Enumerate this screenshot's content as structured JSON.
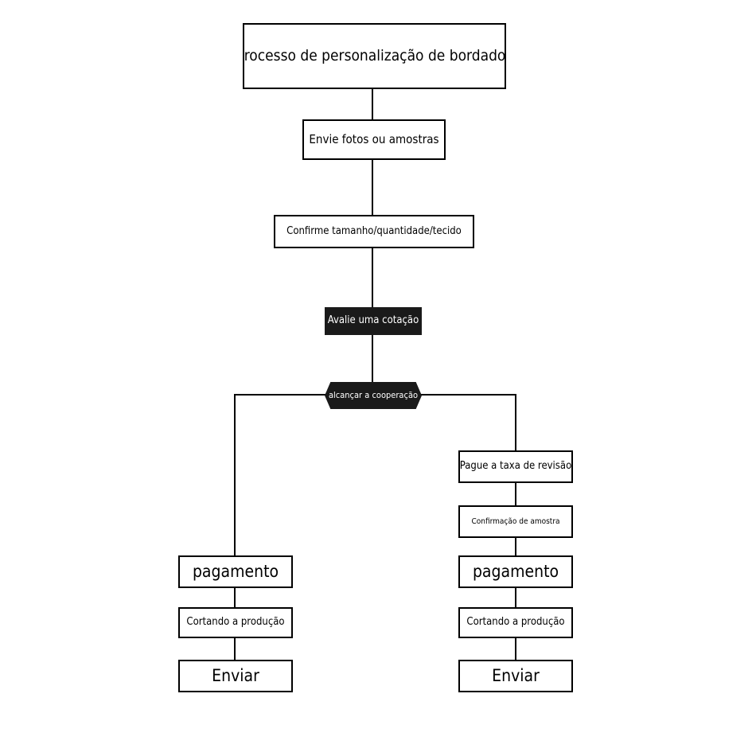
{
  "diagram": {
    "title": "Processo de personalização de bordados",
    "steps": {
      "send_photos": "Envie fotos ou amostras",
      "confirm_specs": "Confirme tamanho/quantidade/tecido",
      "evaluate_quote": "Avalie uma cotação",
      "reach_cooperation": "alcançar a cooperação"
    },
    "left_branch": {
      "payment": "pagamento",
      "production": "Cortando a produção",
      "ship": "Enviar"
    },
    "right_branch": {
      "revision_fee": "Pague a taxa de revisão",
      "sample_confirmation": "Confirmação de amostra",
      "payment": "pagamento",
      "production": "Cortando a produção",
      "ship": "Enviar"
    }
  }
}
